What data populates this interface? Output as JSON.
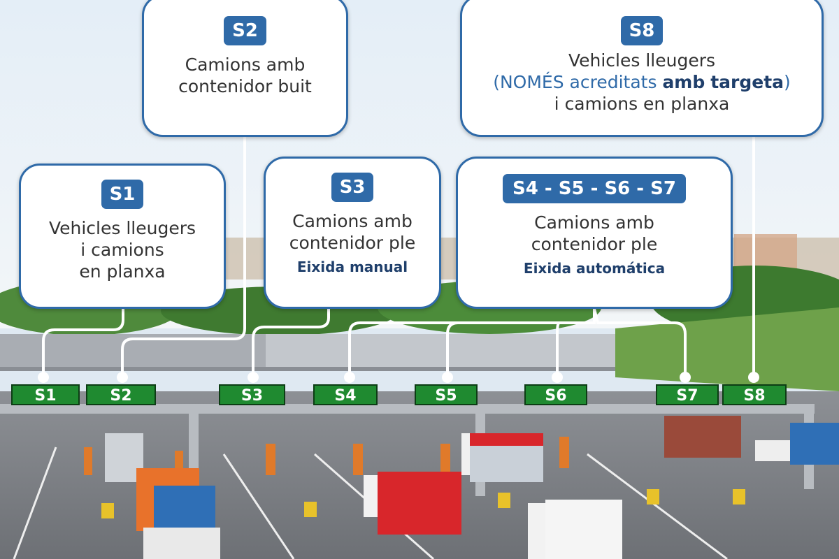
{
  "callouts": {
    "s1": {
      "badge": "S1",
      "lines": [
        "Vehicles lleugers",
        "i camions",
        "en planxa"
      ]
    },
    "s2": {
      "badge": "S2",
      "lines": [
        "Camions amb",
        "contenidor buit"
      ]
    },
    "s3": {
      "badge": "S3",
      "lines": [
        "Camions amb",
        "contenidor ple"
      ],
      "strong": "Eixida manual"
    },
    "s4_7": {
      "badge": "S4 - S5 - S6 - S7",
      "lines": [
        "Camions amb",
        "contenidor ple"
      ],
      "strong": "Eixida automática"
    },
    "s8": {
      "badge": "S8",
      "line1": "Vehicles lleugers",
      "line2": {
        "open": "(",
        "nomes": "NOMÉS",
        "acreditats": "acreditats",
        "amb": "amb",
        "targeta": "targeta",
        "close": ")"
      },
      "line3": "i camions en planxa"
    }
  },
  "lane_signs": [
    "S1",
    "S2",
    "S3",
    "S4",
    "S5",
    "S6",
    "S7",
    "S8"
  ],
  "colors": {
    "accent": "#2f6aa8",
    "sign_green": "#1f8a30",
    "truck_red": "#d8262b",
    "truck_blue": "#2f6fb6",
    "truck_orange": "#e8722b"
  }
}
